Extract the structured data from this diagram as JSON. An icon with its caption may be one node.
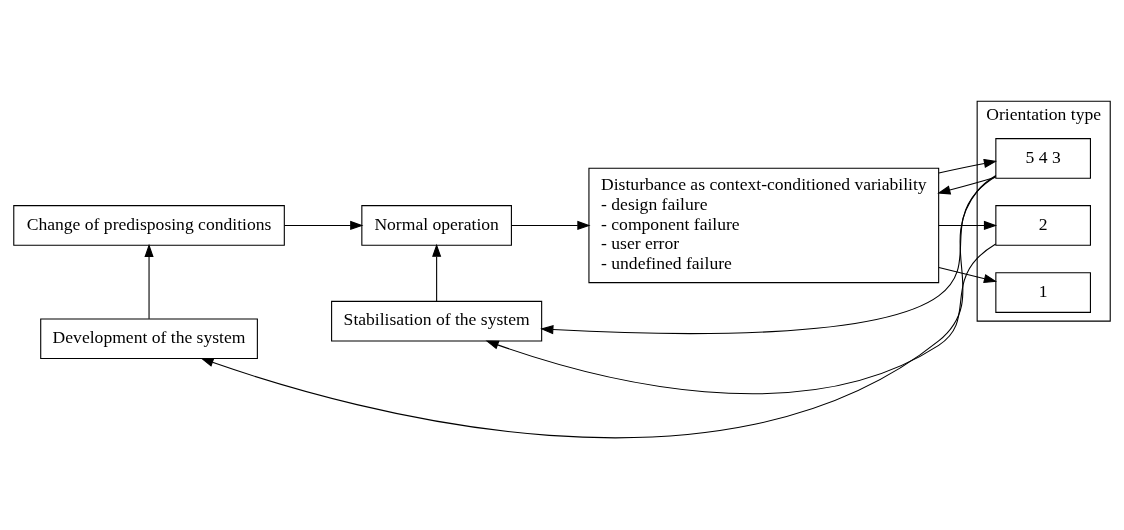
{
  "diagram": {
    "nodes": [
      {
        "text": [
          "Change of predisposing conditions"
        ]
      },
      {
        "text": [
          "Normal operation"
        ]
      },
      {
        "text": [
          "Disturbance as context-conditioned variability",
          "- design failure",
          "- component failure",
          "- user error",
          "- undefined failure"
        ]
      },
      {
        "text": [
          "Orientation type"
        ]
      },
      {
        "text": [
          "5 4 3"
        ],
        "in": 3
      },
      {
        "text": [
          "2"
        ],
        "in": 3
      },
      {
        "text": [
          "1"
        ],
        "in": 3
      },
      {
        "text": [
          "Stabilisation of the system"
        ]
      },
      {
        "text": [
          "Development of the system"
        ]
      }
    ],
    "edges": [
      {
        "from": 0,
        "to": 1,
        "arrow": "to"
      },
      {
        "from": 1,
        "to": 2,
        "arrow": "to"
      },
      {
        "from": 2,
        "to": 4,
        "arrow": "to"
      },
      {
        "from": 2,
        "to": 5,
        "arrow": "to"
      },
      {
        "from": 2,
        "to": 6,
        "arrow": "to"
      },
      {
        "from": 4,
        "to": 2,
        "arrow": "to"
      },
      {
        "from": 4,
        "to": 7,
        "arrow": "to"
      },
      {
        "from": 5,
        "to": 7,
        "arrow": "to"
      },
      {
        "from": 4,
        "to": 8,
        "arrow": "to"
      },
      {
        "from": 7,
        "to": 1,
        "arrow": "to"
      },
      {
        "from": 8,
        "to": 0,
        "arrow": "to"
      }
    ]
  }
}
